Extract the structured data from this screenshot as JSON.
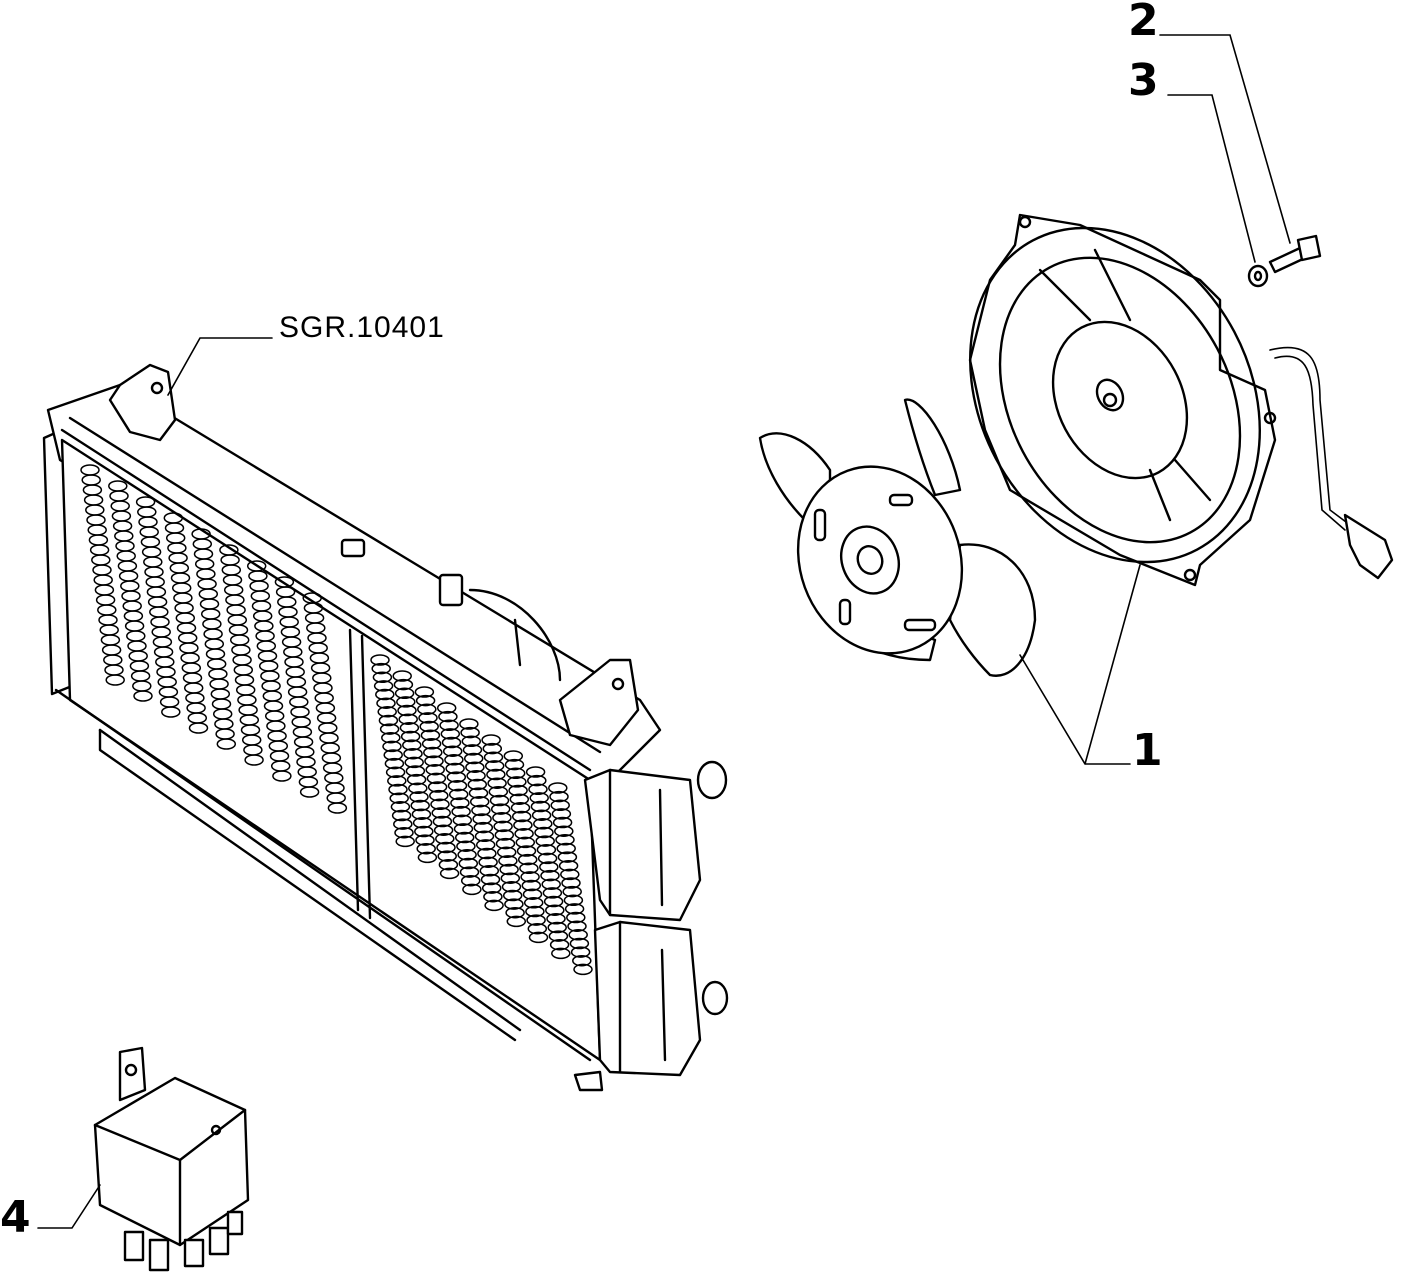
{
  "reference_code": "SGR.10401",
  "callouts": {
    "fan_assembly": "1",
    "screw": "2",
    "washer": "3",
    "relay": "4"
  },
  "colors": {
    "line": "#000000",
    "background": "#ffffff"
  }
}
